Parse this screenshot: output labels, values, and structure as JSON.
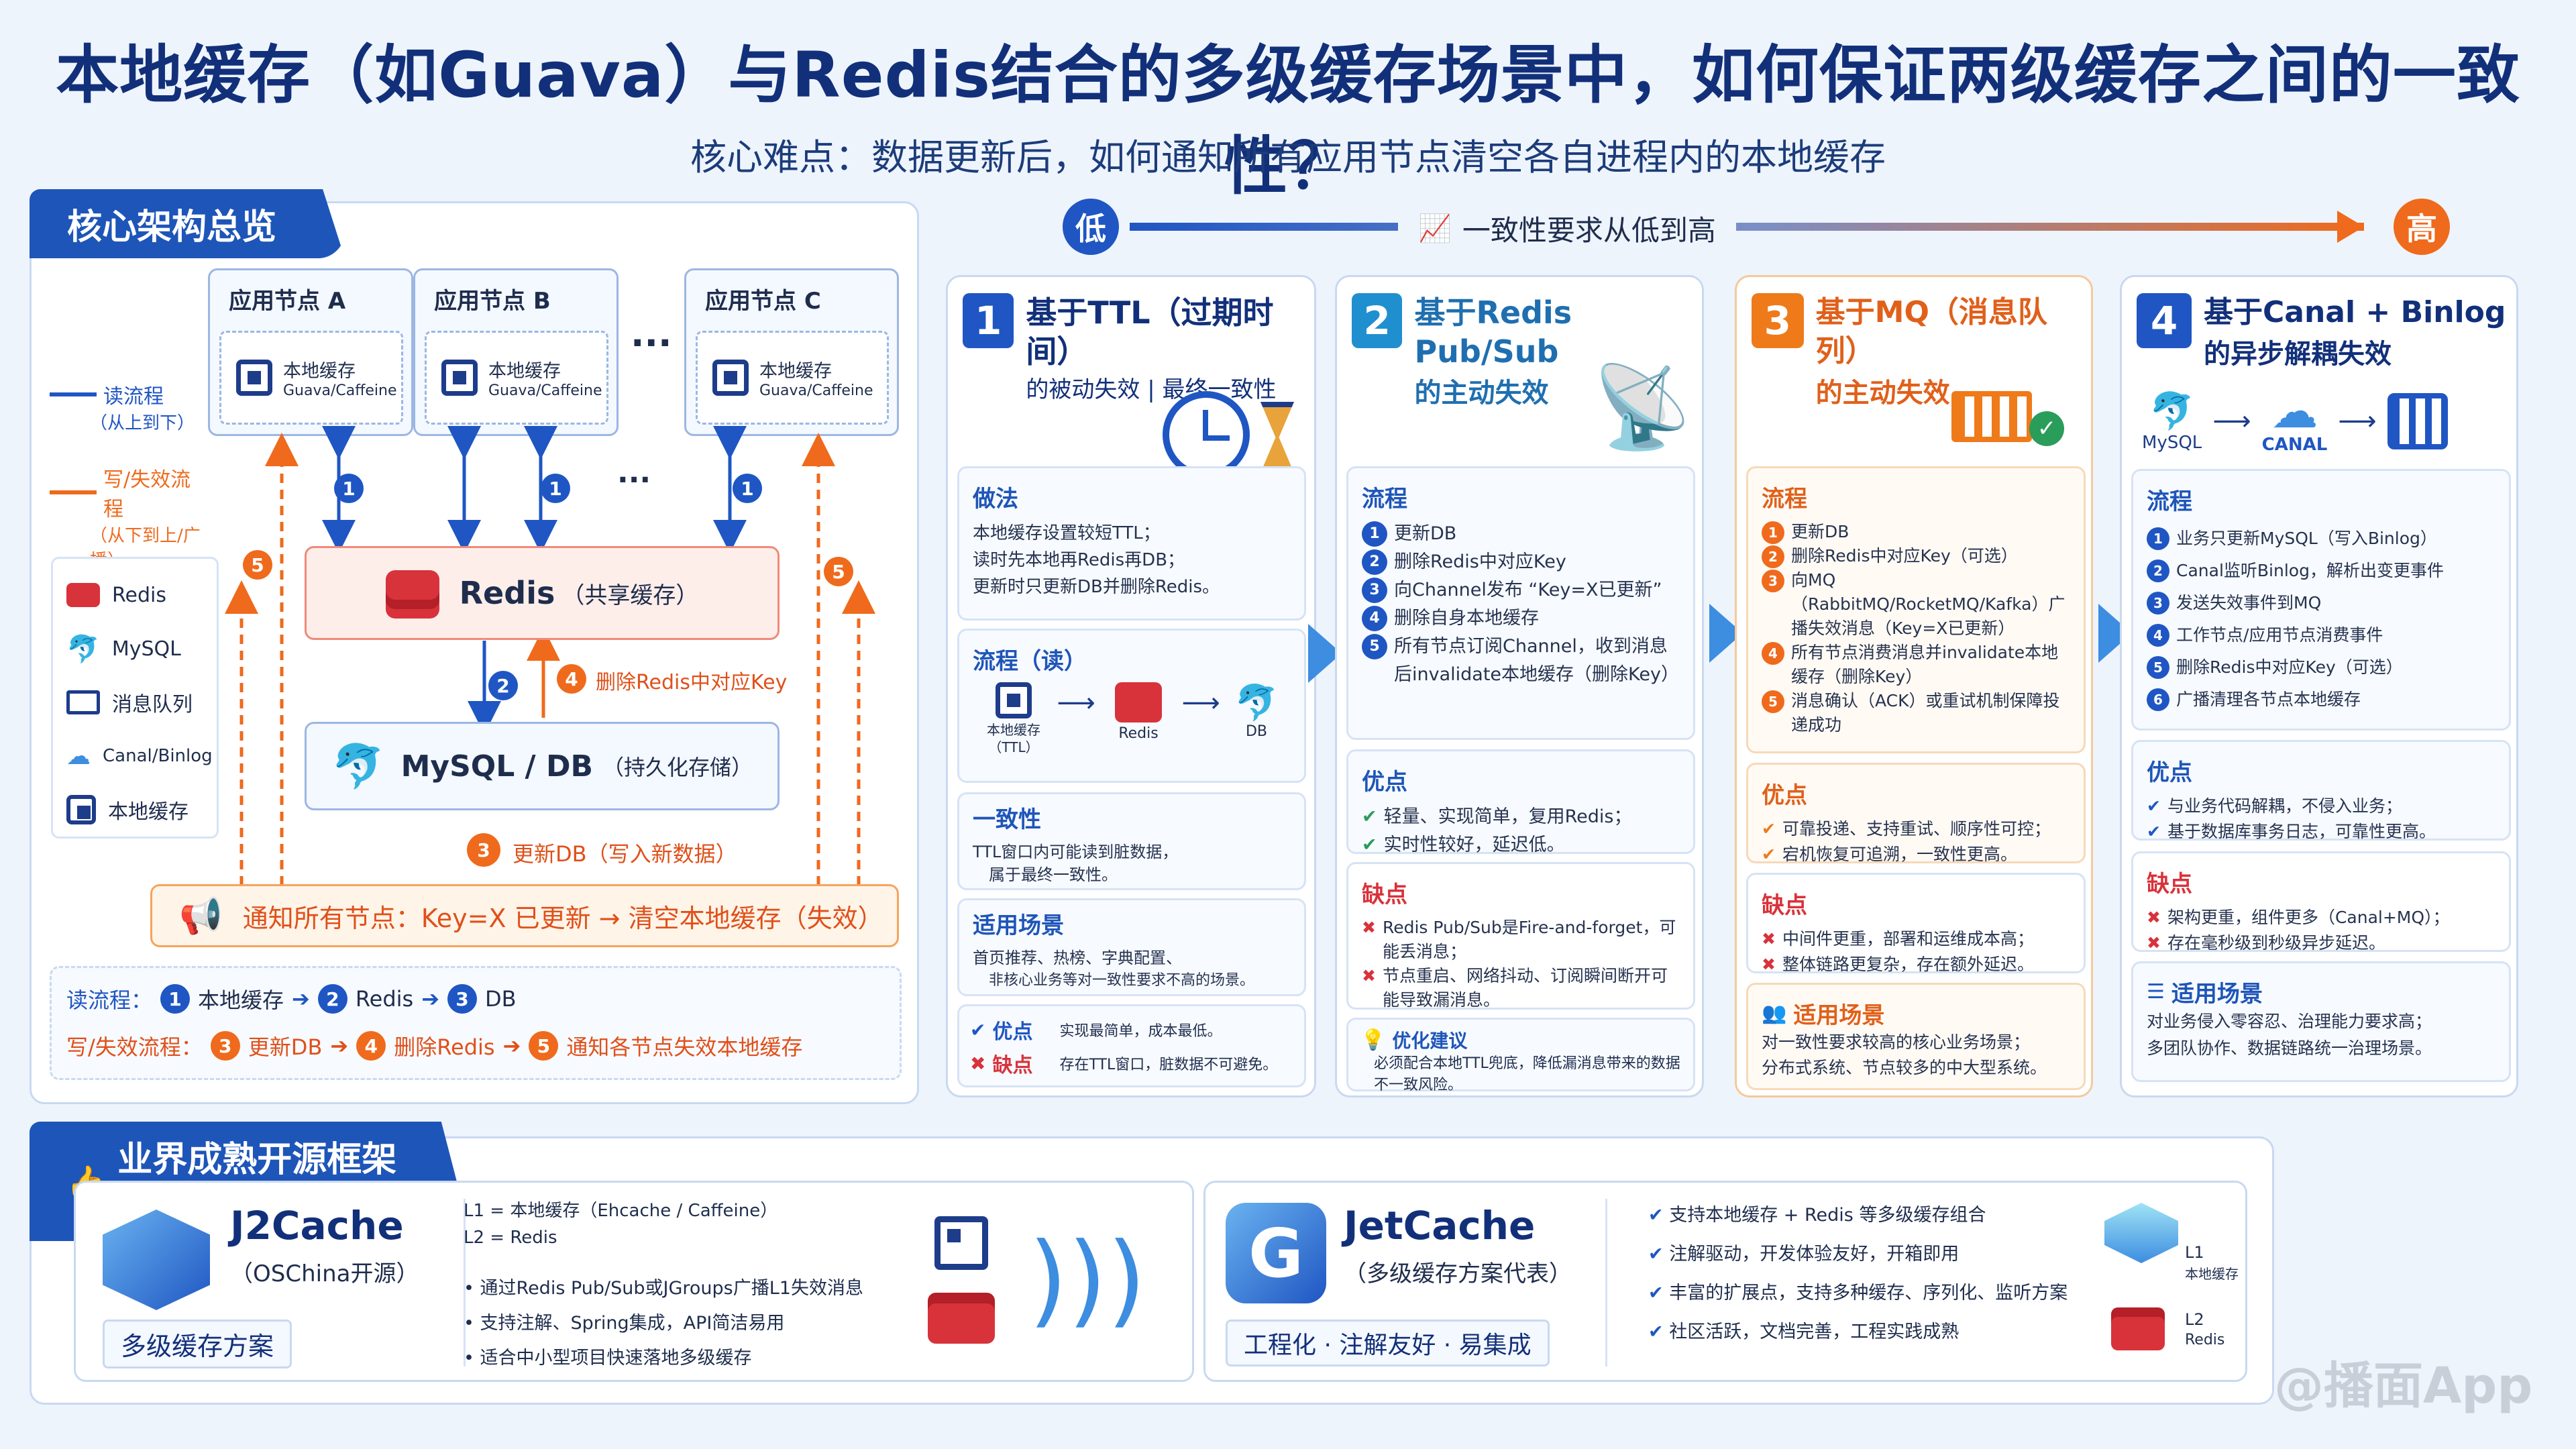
{
  "header": {
    "title": "本地缓存（如Guava）与Redis结合的多级缓存场景中，如何保证两级缓存之间的一致性？",
    "subtitle": "核心难点：数据更新后，如何通知所有应用节点清空各自进程内的本地缓存"
  },
  "arch": {
    "tag": "核心架构总览",
    "nodes": [
      {
        "name": "应用节点 A",
        "cache": "本地缓存",
        "cache_sub": "Guava/Caffeine"
      },
      {
        "name": "应用节点 B",
        "cache": "本地缓存",
        "cache_sub": "Guava/Caffeine"
      },
      {
        "name": "应用节点 C",
        "cache": "本地缓存",
        "cache_sub": "Guava/Caffeine"
      }
    ],
    "ellipsis": "···",
    "legend_read": "读流程",
    "legend_read_sub": "（从上到下）",
    "legend_write": "写/失效流程",
    "legend_write_sub": "（从下到上/广播）",
    "components": [
      "Redis",
      "MySQL",
      "消息队列",
      "Canal/Binlog",
      "本地缓存"
    ],
    "redis_label": "Redis",
    "redis_sub": "（共享缓存）",
    "mysql_label": "MySQL / DB",
    "mysql_sub": "（持久化存储）",
    "step4": "删除Redis中对应Key",
    "step3": "更新DB（写入新数据）",
    "notify": "通知所有节点：Key=X 已更新 → 清空本地缓存（失效）",
    "read_flow_label": "读流程：",
    "read_flow": [
      "本地缓存",
      "Redis",
      "DB"
    ],
    "write_flow_label": "写/失效流程：",
    "write_flow": [
      "更新DB",
      "删除Redis",
      "通知各节点失效本地缓存"
    ],
    "n1": "1",
    "n2": "2",
    "n3": "3",
    "n4": "4",
    "n5": "5"
  },
  "scale": {
    "low": "低",
    "high": "高",
    "label": "一致性要求从低到高"
  },
  "columns": [
    {
      "num": "1",
      "title1": "基于TTL（过期时间）",
      "title2": "的被动失效 | 最终一致性",
      "color": "#1f56c3",
      "sec1_title": "做法",
      "sec1_items": [
        "本地缓存设置较短TTL；",
        "读时先本地再Redis再DB；",
        "更新时只更新DB并删除Redis。"
      ],
      "sec2_title": "流程（读）",
      "flow": [
        "本地缓存（TTL）",
        "Redis",
        "DB"
      ],
      "sec3_title": "一致性",
      "sec3_items": [
        "TTL窗口内可能读到脏数据，",
        "属于最终一致性。"
      ],
      "sec4_title": "适用场景",
      "sec4_items": [
        "首页推荐、热榜、字典配置、",
        "非核心业务等对一致性要求不高的场景。"
      ],
      "pros_label": "优点",
      "pros": "实现最简单，成本最低。",
      "cons_label": "缺点",
      "cons": "存在TTL窗口，脏数据不可避免。"
    },
    {
      "num": "2",
      "title1": "基于Redis Pub/Sub",
      "title2": "的主动失效",
      "color": "#1f8fd0",
      "flow_title": "流程",
      "flow_items": [
        "更新DB",
        "删除Redis中对应Key",
        "向Channel发布 “Key=X已更新”",
        "删除自身本地缓存",
        "所有节点订阅Channel，收到消息后invalidate本地缓存（删除Key）"
      ],
      "pros_title": "优点",
      "pros_items": [
        "轻量、实现简单，复用Redis；",
        "实时性较好，延迟低。"
      ],
      "cons_title": "缺点",
      "cons_items": [
        "Redis Pub/Sub是Fire-and-forget，可能丢消息；",
        "节点重启、网络抖动、订阅瞬间断开可能导致漏消息。"
      ],
      "tip_title": "优化建议",
      "tip_items": [
        "必须配合本地TTL兜底，降低漏消息带来的数据不一致风险。"
      ]
    },
    {
      "num": "3",
      "title1": "基于MQ（消息队列）",
      "title2": "的主动失效",
      "color": "#ef7a1a",
      "flow_title": "流程",
      "flow_items": [
        "更新DB",
        "删除Redis中对应Key（可选）",
        "向MQ（RabbitMQ/RocketMQ/Kafka）广播失效消息（Key=X已更新）",
        "所有节点消费消息并invalidate本地缓存（删除Key）",
        "消息确认（ACK）或重试机制保障投递成功"
      ],
      "pros_title": "优点",
      "pros_items": [
        "可靠投递、支持重试、顺序性可控；",
        "宕机恢复可追溯，一致性更高。"
      ],
      "cons_title": "缺点",
      "cons_items": [
        "中间件更重，部署和运维成本高；",
        "整体链路更复杂，存在额外延迟。"
      ],
      "scene_title": "适用场景",
      "scene_items": [
        "对一致性要求较高的核心业务场景；",
        "分布式系统、节点较多的中大型系统。"
      ]
    },
    {
      "num": "4",
      "title1": "基于Canal + Binlog",
      "title2": "的异步解耦失效",
      "color": "#1f56c3",
      "icon_mysql": "MySQL",
      "icon_canal": "CANAL",
      "flow_title": "流程",
      "flow_items": [
        "业务只更新MySQL（写入Binlog）",
        "Canal监听Binlog，解析出变更事件",
        "发送失效事件到MQ",
        "工作节点/应用节点消费事件",
        "删除Redis中对应Key（可选）",
        "广播清理各节点本地缓存"
      ],
      "pros_title": "优点",
      "pros_items": [
        "与业务代码解耦，不侵入业务；",
        "基于数据库事务日志，可靠性更高。"
      ],
      "cons_title": "缺点",
      "cons_items": [
        "架构更重，组件更多（Canal+MQ）；",
        "存在毫秒级到秒级异步延迟。"
      ],
      "scene_title": "适用场景",
      "scene_items": [
        "对业务侵入零容忍、治理能力要求高；",
        "多团队协作、数据链路统一治理场景。"
      ]
    }
  ],
  "frameworks": {
    "tag": "业界成熟开源框架推荐",
    "j2": {
      "name": "J2Cache",
      "org": "（OSChina开源）",
      "badge": "多级缓存方案",
      "l1": "L1 =  本地缓存（Ehcache / Caffeine）",
      "l2": "L2 =  Redis",
      "items": [
        "通过Redis Pub/Sub或JGroups广播L1失效消息",
        "支持注解、Spring集成，API简洁易用",
        "适合中小型项目快速落地多级缓存"
      ]
    },
    "jet": {
      "name": "JetCache",
      "org": "（多级缓存方案代表）",
      "badge": "工程化 · 注解友好 · 易集成",
      "items": [
        "支持本地缓存 + Redis 等多级缓存组合",
        "注解驱动，开发体验友好，开箱即用",
        "丰富的扩展点，支持多种缓存、序列化、监听方案",
        "社区活跃，文档完善，工程实践成熟"
      ],
      "l1": "L1",
      "l1_sub": "本地缓存",
      "l2": "L2",
      "l2_sub": "Redis"
    }
  },
  "watermark": "@播面App"
}
